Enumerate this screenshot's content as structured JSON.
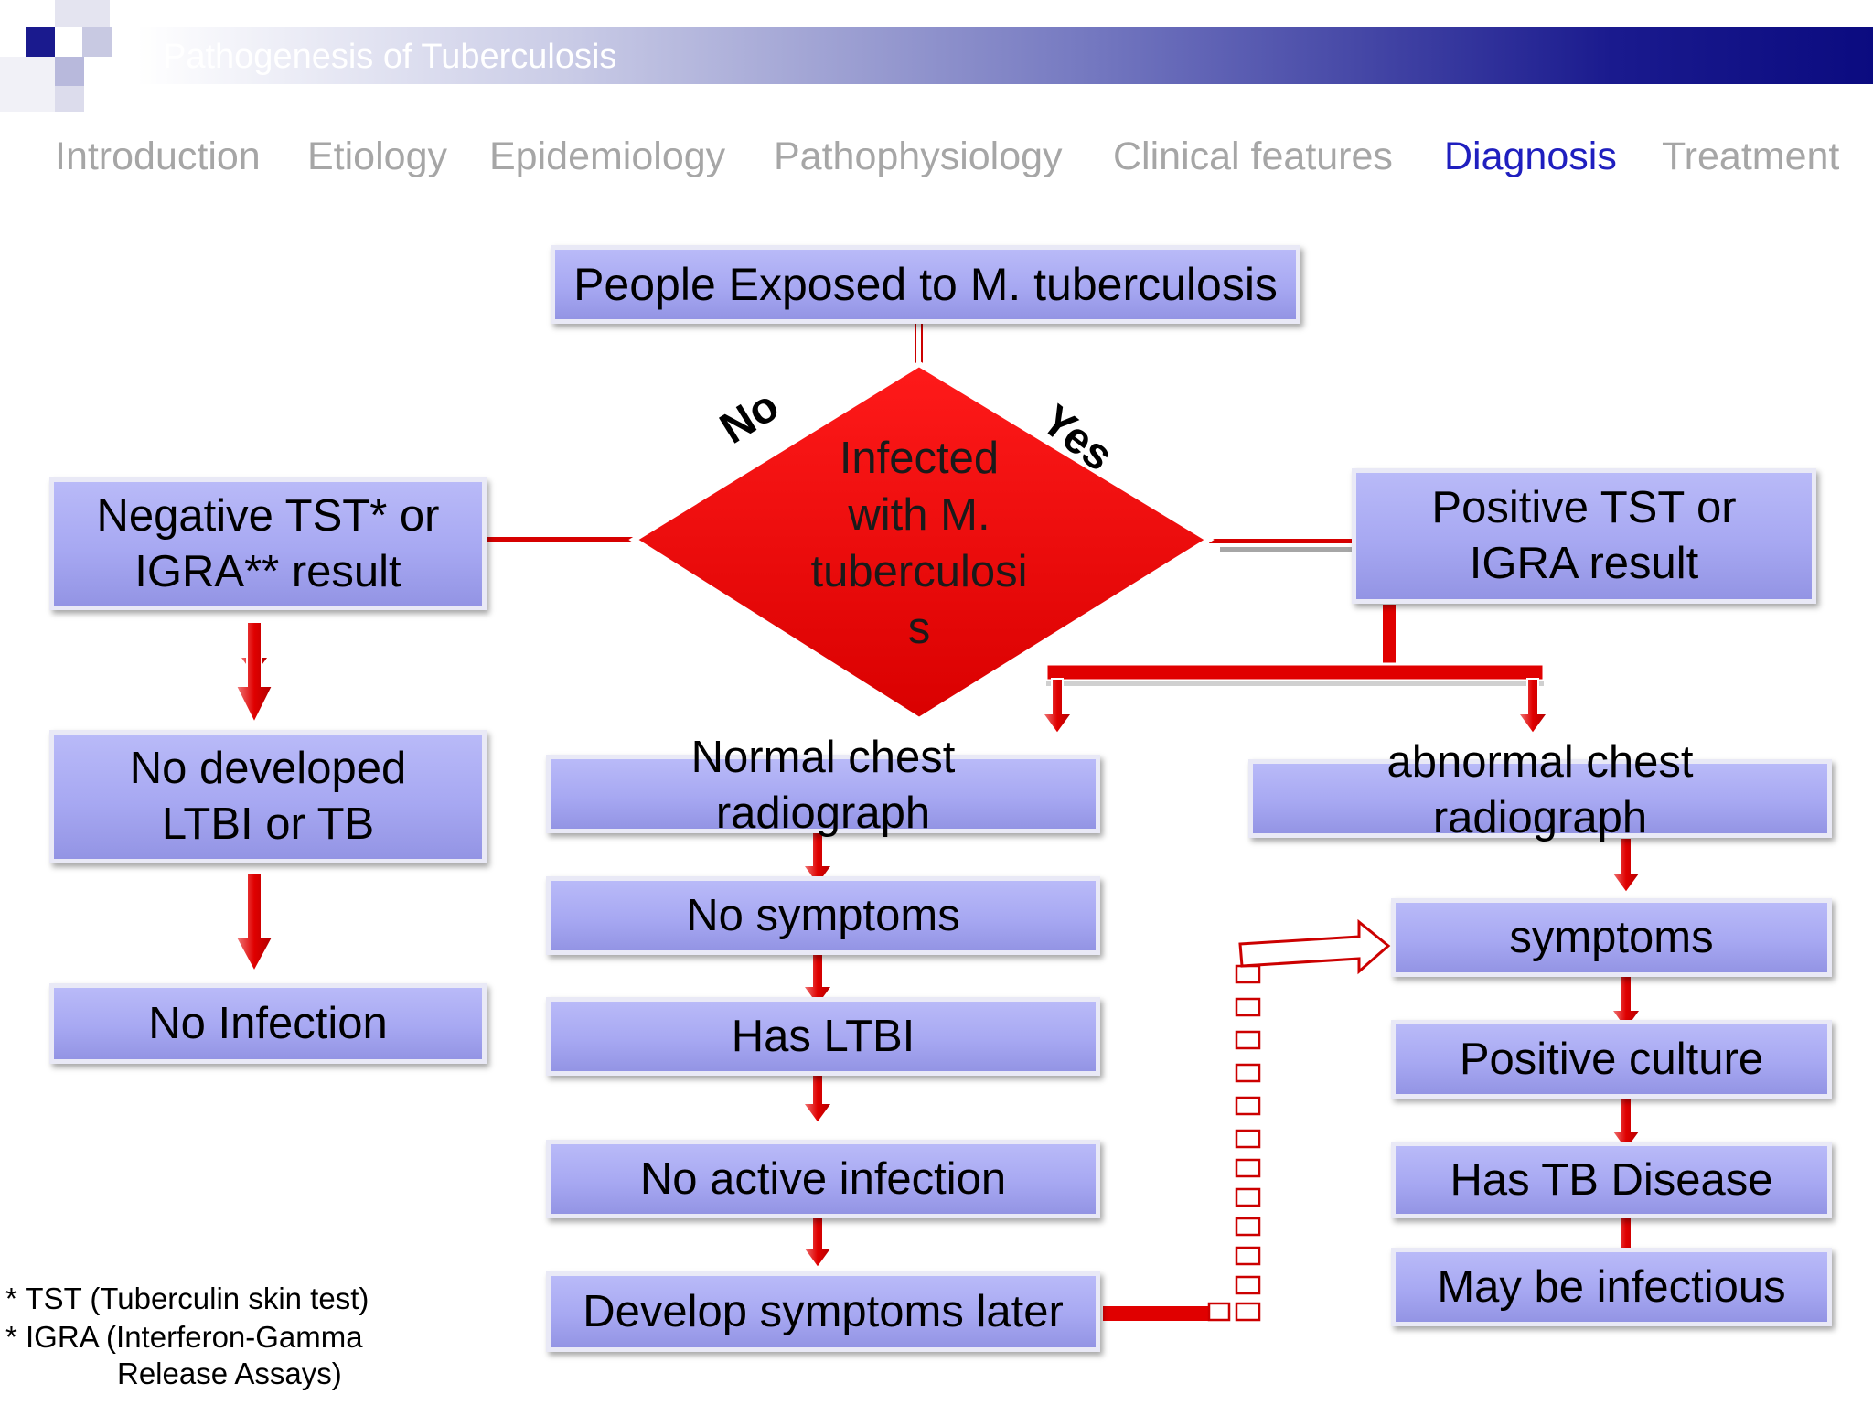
{
  "header": {
    "title": "Pathogenesis of Tuberculosis"
  },
  "nav": {
    "items": [
      {
        "label": "Introduction",
        "active": false
      },
      {
        "label": "Etiology",
        "active": false
      },
      {
        "label": "Epidemiology",
        "active": false
      },
      {
        "label": "Pathophysiology",
        "active": false
      },
      {
        "label": "Clinical features",
        "active": false
      },
      {
        "label": "Diagnosis",
        "active": true
      },
      {
        "label": "Treatment",
        "active": false
      }
    ],
    "active_color": "#1f1fbf",
    "inactive_color": "#a6a6a6"
  },
  "flowchart": {
    "start": "People Exposed to M. tuberculosis",
    "decision": {
      "line1": "Infected",
      "line2": "with M.",
      "line3": "tuberculosi",
      "line4": "s",
      "no_label": "No",
      "yes_label": "Yes"
    },
    "negative_branch": {
      "result": {
        "line1": "Negative TST* or",
        "line2": "IGRA** result"
      },
      "outcome": {
        "line1": "No developed",
        "line2": "LTBI or TB"
      },
      "final": "No Infection"
    },
    "positive_branch": {
      "result": {
        "line1": "Positive TST or",
        "line2": "IGRA result"
      }
    },
    "normal_path": {
      "radiograph": {
        "line1": "Normal chest",
        "line2": "radiograph"
      },
      "steps": [
        "No symptoms",
        "Has LTBI",
        "No active infection",
        "Develop symptoms later"
      ]
    },
    "abnormal_path": {
      "radiograph": {
        "line1": "abnormal chest",
        "line2": "radiograph"
      },
      "steps": [
        "symptoms",
        "Positive culture",
        "Has TB Disease",
        "May be infectious"
      ]
    },
    "colors": {
      "box_fill": "#a7a8f2",
      "decision_fill": "#e60000",
      "arrow": "#e00000"
    }
  },
  "footnotes": {
    "tst": "* TST (Tuberculin skin test)",
    "igra_line1": "* IGRA (Interferon-Gamma",
    "igra_line2": "Release Assays)"
  }
}
